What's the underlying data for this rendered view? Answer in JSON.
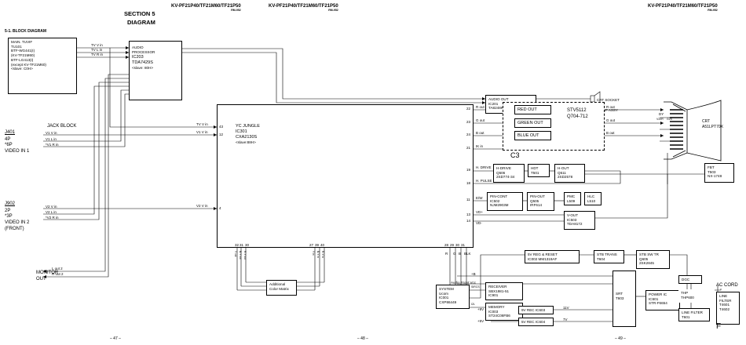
{
  "header": {
    "model_left": "KV-PF21P40/TF21M60/TF21P50",
    "rm_left": "RM-952",
    "model_mid": "KV-PF21P40/TF21M60/TF21P50",
    "rm_mid": "RM-952",
    "model_right": "KV-PF21P40/TF21M60/TF21P50",
    "rm_right": "RM-952"
  },
  "section": {
    "line1": "SECTION  5",
    "line2": "DIAGRAM"
  },
  "diagram_title": "5-1.  BLOCK DIAGRAM",
  "tuner": {
    "lines": [
      "MAIN. TUVIF",
      "TU101",
      "BTF-WG441(I)",
      "(KV-TF21M60)",
      "BTF-LG413(I)",
      "(except KV-TF21M60)",
      "<slave: C0H>"
    ]
  },
  "tuner_signals": [
    "TV V in",
    "TV L in",
    "TV R in"
  ],
  "audio_processor": {
    "lines": [
      "AUDIO",
      "PROCESSOR",
      "IC203",
      "TDA7429S",
      "<slave: 80H>"
    ]
  },
  "audio_out": {
    "lines": [
      "AUDIO OUT",
      "IC201",
      "TA8248K"
    ]
  },
  "speaker_label": "SP ASSY",
  "jack_block": {
    "title": "JACK BLOCK",
    "j401": "J401",
    "j401_lines": [
      "4P",
      "*6P",
      "VIDEO IN 1"
    ],
    "j401_signals": [
      "V1 V in",
      "V1 L in",
      "*V1 R in"
    ],
    "j902": "J902",
    "j902_lines": [
      "2P",
      "*3P",
      "VIDEO IN 2",
      "(FRONT)"
    ],
    "j902_signals": [
      "V2 V in",
      "V2 L in",
      "*V2 R in"
    ]
  },
  "monitor_out": {
    "lines": [
      "MONITOR",
      "OUT"
    ],
    "signals": [
      "L out 2",
      "R out 2"
    ]
  },
  "yc_jungle": {
    "lines": [
      "YC JUNGLE",
      "IC301",
      "CXA2130S",
      "<slave:88H>"
    ],
    "inputs": [
      "TV V in",
      "V1 V in",
      "V2 V in"
    ],
    "pins_in": [
      "43",
      "12",
      "4"
    ]
  },
  "yc_outputs": [
    {
      "pin": "22",
      "label": "R out"
    },
    {
      "pin": "23",
      "label": "G out"
    },
    {
      "pin": "24",
      "label": "B out"
    },
    {
      "pin": "21",
      "label": "IK in"
    },
    {
      "pin": "19",
      "label": "H. DRIVE"
    },
    {
      "pin": "18",
      "label": "H. PULSE"
    },
    {
      "pin": "11",
      "label": "E/W"
    },
    {
      "pin": "13",
      "label": "VD+"
    },
    {
      "pin": "14",
      "label": "VD-"
    }
  ],
  "yc_bottom_pins": {
    "left": [
      "32",
      "31",
      "30"
    ],
    "left_labels": [
      "Y out",
      "B-Y out",
      "R-Y out"
    ],
    "mid": [
      "27",
      "39",
      "40"
    ],
    "mid_labels": [
      "Y in",
      "B-Y in",
      "R-Y in"
    ],
    "right": [
      "28",
      "29",
      "30",
      "31"
    ],
    "right_labels": [
      "R",
      "G",
      "B",
      "BLK"
    ]
  },
  "stv": {
    "lines": [
      "STV5112",
      "Q704-712"
    ]
  },
  "rgb_out": [
    "RED OUT",
    "GREEN OUT",
    "BLUE OUT"
  ],
  "c3_label": "C3",
  "crt_socket": "CRT SOCKET",
  "crt_signals": [
    "R out",
    "G out",
    "B out"
  ],
  "crt": {
    "lines": [
      "CRT",
      "A51LPT70X"
    ],
    "dy": "DY",
    "v2": "V2/IR",
    "gs": "G2S"
  },
  "h_drive": {
    "lines": [
      "H-DRIVE",
      "Q506",
      "2SD774-34"
    ]
  },
  "hdt": {
    "lines": [
      "HDT",
      "T501"
    ]
  },
  "h_out": {
    "lines": [
      "H-OUT",
      "Q511",
      "2SD2578"
    ]
  },
  "fbt": {
    "lines": [
      "FBT",
      "T503",
      "NX-1748"
    ]
  },
  "pin_cont": {
    "lines": [
      "PIN-CONT",
      "IC502",
      "NJM2903M"
    ]
  },
  "pin_out": {
    "lines": [
      "PIN-OUT",
      "Q505",
      "IRF614"
    ]
  },
  "pmc": {
    "lines": [
      "PMC",
      "L509"
    ]
  },
  "hlc": {
    "lines": [
      "HLC",
      "L510"
    ]
  },
  "v_out": {
    "lines": [
      "V-OUT",
      "IC503",
      "TDA8172"
    ]
  },
  "color_matrix": {
    "lines": [
      "Additional",
      "Color Matrix"
    ]
  },
  "system": {
    "lines": [
      "SYSTEM",
      "Ucom",
      "IC001",
      "CXP86449"
    ]
  },
  "sircs": "SIRCS",
  "i2c": "I2L",
  "receiver": {
    "lines": [
      "RECEIVER",
      "SBX1981-51",
      "IC901"
    ]
  },
  "memory": {
    "lines": [
      "MEMORY",
      "IC003",
      "ST24C08FB6"
    ]
  },
  "reg_5v": {
    "lines": [
      "5V REG & RESET",
      "IC002 MM1319AF"
    ]
  },
  "stb_trans": {
    "lines": [
      "STB TRANS",
      "T604"
    ]
  },
  "stb_sw": {
    "lines": [
      "STB SW TR",
      "Q605",
      "2SK2845"
    ]
  },
  "srt": {
    "lines": [
      "SRT",
      "T603"
    ]
  },
  "power_ic": {
    "lines": [
      "POWER IC",
      "IC601",
      "STR-F6654"
    ]
  },
  "dgc": "DGC",
  "thp": {
    "lines": [
      "THP",
      "THP600"
    ]
  },
  "line_filter1": {
    "lines": [
      "LINE FILTER",
      "T601"
    ]
  },
  "line_filter2": {
    "lines": [
      "LINE",
      "FILTER",
      "T4601",
      "T4602"
    ]
  },
  "ac_cord": "AC CORD",
  "f_label": "F",
  "rec_9v": "9V REC  IC603",
  "rec_5v": "5V REC  IC604",
  "rails": [
    "+B",
    "Audio Front Vcc",
    "+9V",
    "+5V"
  ],
  "rail_taps": [
    "11V",
    "7V"
  ],
  "page_numbers": [
    "– 47 –",
    "– 48 –",
    "– 49 –"
  ]
}
